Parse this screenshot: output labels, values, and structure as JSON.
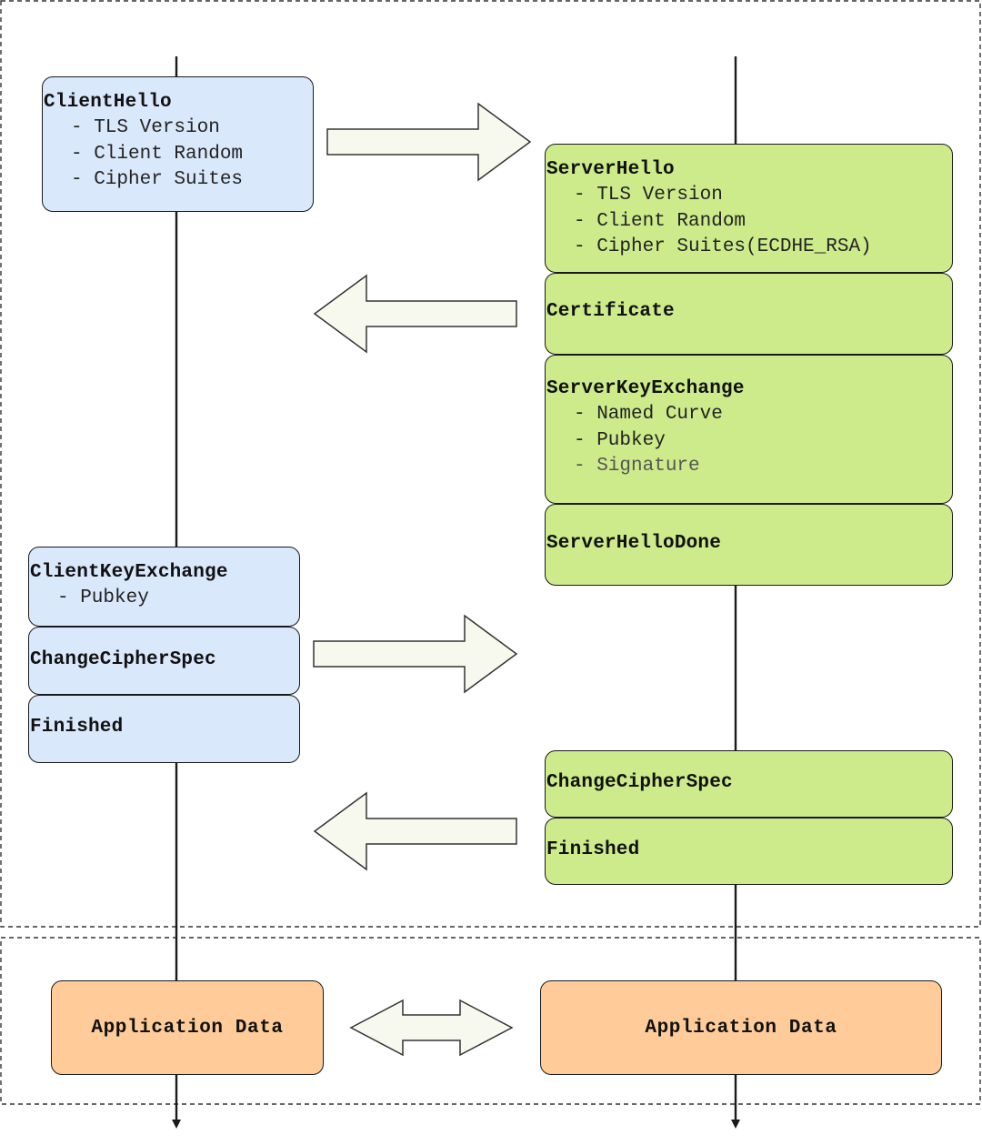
{
  "client_column": {
    "group1": {
      "title": "ClientHello",
      "items": [
        "- TLS Version",
        "- Client Random",
        "- Cipher Suites"
      ]
    },
    "group2": [
      {
        "title": "ClientKeyExchange",
        "items": [
          "- Pubkey"
        ]
      },
      {
        "title": "ChangeCipherSpec",
        "items": []
      },
      {
        "title": "Finished",
        "items": []
      }
    ],
    "application": "Application Data"
  },
  "server_column": {
    "group1": [
      {
        "title": "ServerHello",
        "items": [
          "- TLS Version",
          "- Client Random",
          "- Cipher Suites(ECDHE_RSA)"
        ]
      },
      {
        "title": "Certificate",
        "items": []
      },
      {
        "title": "ServerKeyExchange",
        "items": [
          "- Named Curve",
          "- Pubkey",
          "- Signature"
        ]
      },
      {
        "title": "ServerHelloDone",
        "items": []
      }
    ],
    "group2": [
      {
        "title": "ChangeCipherSpec",
        "items": []
      },
      {
        "title": "Finished",
        "items": []
      }
    ],
    "application": "Application Data"
  },
  "colors": {
    "client_fill": "#dae8fc",
    "server_fill": "#cdeb8b",
    "application_fill": "#ffcc99",
    "arrow_fill": "#f8f9ee",
    "stroke": "#1a1a1a"
  }
}
